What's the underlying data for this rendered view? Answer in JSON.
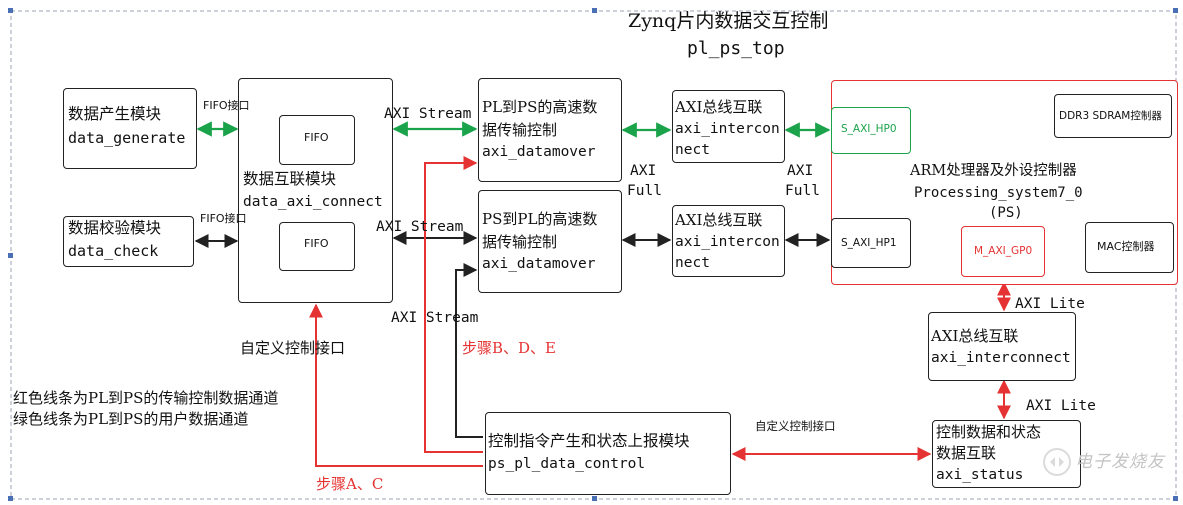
{
  "title": {
    "line1": "Zynq片内数据交互控制",
    "line2": "pl_ps_top"
  },
  "blocks": {
    "data_generate": {
      "cn": "数据产生模块",
      "en": "data_generate"
    },
    "data_check": {
      "cn": "数据校验模块",
      "en": "data_check"
    },
    "axi_connect": {
      "cn": "数据互联模块",
      "en": "data_axi_connect",
      "fifo_top": "FIFO",
      "fifo_bottom": "FIFO"
    },
    "pl2ps": {
      "cn1": "PL到PS的高速数",
      "cn2": "据传输控制",
      "en": "axi_datamover"
    },
    "ps2pl": {
      "cn1": "PS到PL的高速数",
      "cn2": "据传输控制",
      "en": "axi_datamover"
    },
    "ic_top": {
      "cn": "AXI总线互联",
      "en1": "axi_intercon",
      "en2": "nect"
    },
    "ic_bottom": {
      "cn": "AXI总线互联",
      "en1": "axi_intercon",
      "en2": "nect"
    },
    "ps": {
      "hp0": "S_AXI_HP0",
      "hp1": "S_AXI_HP1",
      "gp0": "M_AXI_GP0",
      "ddr": "DDR3 SDRAM控制器",
      "mac": "MAC控制器",
      "name_cn": "ARM处理器及外设控制器",
      "name_en": "Processing_system7_0",
      "name_ps": "(PS)"
    },
    "ic_right": {
      "cn": "AXI总线互联",
      "en": "axi_interconnect"
    },
    "status": {
      "cn1": "控制数据和状态",
      "cn2": "数据互联",
      "en": "axi_status"
    },
    "control": {
      "cn": "控制指令产生和状态上报模块",
      "en": "ps_pl_data_control"
    }
  },
  "labels": {
    "fifo_if_top": "FIFO接口",
    "fifo_if_bottom": "FIFO接口",
    "axi_stream_top": "AXI Stream",
    "axi_stream_mid": "AXI Stream",
    "axi_stream_low": "AXI Stream",
    "axi_full_1a": "AXI",
    "axi_full_1b": "Full",
    "axi_full_2a": "AXI",
    "axi_full_2b": "Full",
    "axi_lite_1": "AXI Lite",
    "axi_lite_2": "AXI Lite",
    "custom_if_left": "自定义控制接口",
    "custom_if_right": "自定义控制接口",
    "step_bde": "步骤B、D、E",
    "step_ac": "步骤A、C",
    "legend_red": "红色线条为PL到PS的传输控制数据通道",
    "legend_green": "绿色线条为PL到PS的用户数据通道",
    "watermark": "电子发烧友"
  },
  "colors": {
    "red": "#e53333",
    "green": "#1aa34a",
    "black": "#222222",
    "frame": "#9aa3b5"
  }
}
